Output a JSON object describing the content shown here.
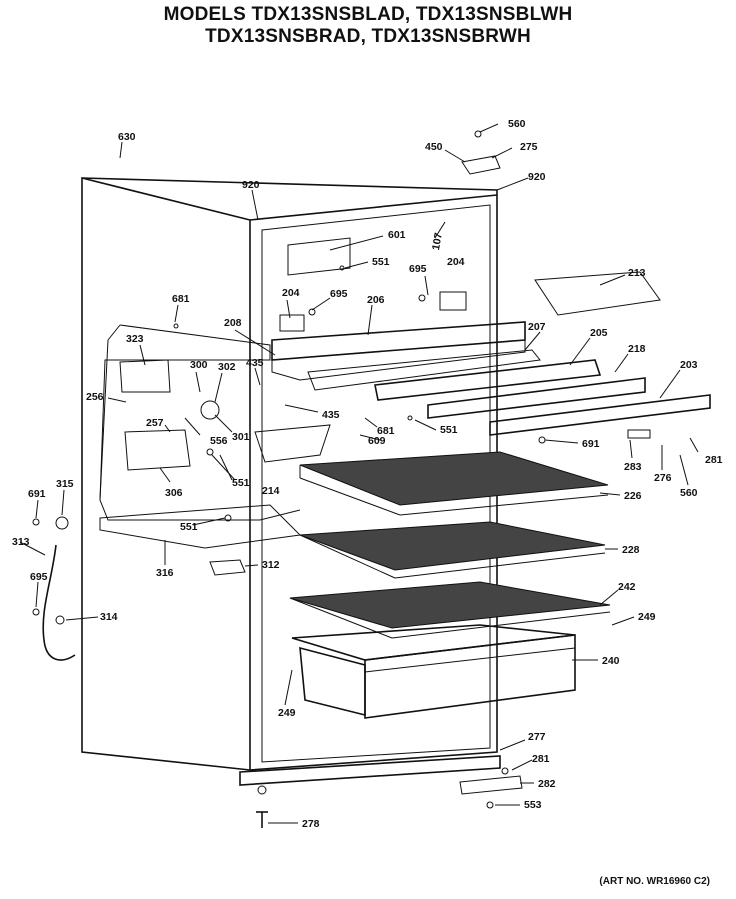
{
  "title": {
    "line1": "MODELS TDX13SNSBLAD, TDX13SNSBLWH",
    "line2": "TDX13SNSBRAD, TDX13SNSBRWH"
  },
  "art_number": "(ART NO. WR16960 C2)",
  "labels": {
    "p630": "630",
    "p560a": "560",
    "p450": "450",
    "p275": "275",
    "p920a": "920",
    "p920b": "920",
    "p601": "601",
    "p551a": "551",
    "p107": "107",
    "p695a": "695",
    "p204a": "204",
    "p204b": "204",
    "p695b": "695",
    "p213": "213",
    "p681a": "681",
    "p208": "208",
    "p206": "206",
    "p207": "207",
    "p205": "205",
    "p218": "218",
    "p203": "203",
    "p323": "323",
    "p300": "300",
    "p302": "302",
    "p435a": "435",
    "p435b": "435",
    "p256": "256",
    "p257": "257",
    "p556": "556",
    "p301": "301",
    "p681b": "681",
    "p609": "609",
    "p551b": "551",
    "p691a": "691",
    "p283": "283",
    "p276": "276",
    "p281a": "281",
    "p560b": "560",
    "p551c": "551",
    "p214": "214",
    "p306": "306",
    "p226": "226",
    "p691b": "691",
    "p315": "315",
    "p313": "313",
    "p551d": "551",
    "p228": "228",
    "p316": "316",
    "p312": "312",
    "p695c": "695",
    "p314": "314",
    "p242": "242",
    "p249a": "249",
    "p240": "240",
    "p249b": "249",
    "p277": "277",
    "p281b": "281",
    "p282": "282",
    "p553": "553",
    "p278": "278"
  }
}
